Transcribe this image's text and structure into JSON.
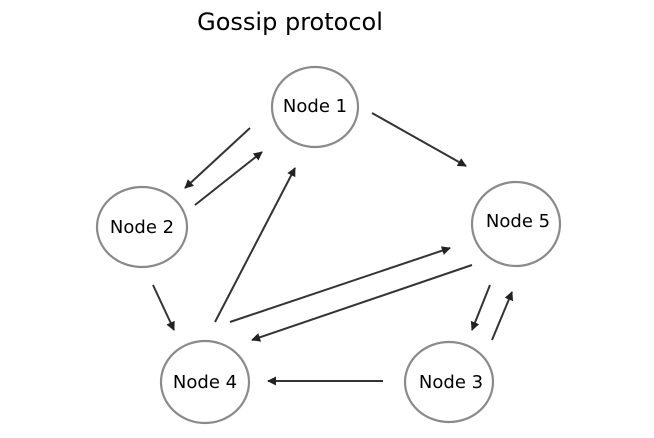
{
  "diagram": {
    "title": "Gossip protocol",
    "nodes": [
      {
        "id": "n1",
        "label": "Node 1"
      },
      {
        "id": "n2",
        "label": "Node 2"
      },
      {
        "id": "n3",
        "label": "Node 3"
      },
      {
        "id": "n4",
        "label": "Node 4"
      },
      {
        "id": "n5",
        "label": "Node 5"
      }
    ],
    "edges": [
      {
        "from": "n1",
        "to": "n2"
      },
      {
        "from": "n2",
        "to": "n1"
      },
      {
        "from": "n1",
        "to": "n5"
      },
      {
        "from": "n4",
        "to": "n1"
      },
      {
        "from": "n2",
        "to": "n4"
      },
      {
        "from": "n4",
        "to": "n5"
      },
      {
        "from": "n5",
        "to": "n4"
      },
      {
        "from": "n5",
        "to": "n3"
      },
      {
        "from": "n3",
        "to": "n5"
      },
      {
        "from": "n3",
        "to": "n4"
      }
    ],
    "colors": {
      "node_stroke": "#8a8a8a",
      "edge": "#333333",
      "text": "#000000"
    }
  }
}
